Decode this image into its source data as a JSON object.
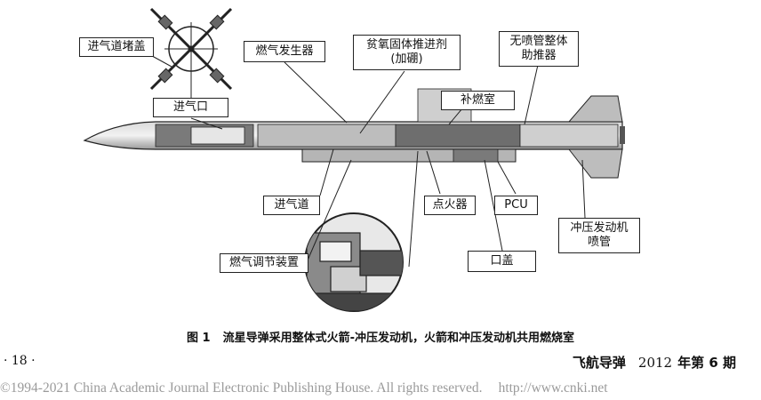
{
  "figure": {
    "labels": {
      "inlet_cover": "进气道堵盖",
      "inlet_port": "进气口",
      "gas_generator": "燃气发生器",
      "propellant_line1": "贫氧固体推进剂",
      "propellant_line2": "(加硼)",
      "booster_line1": "无喷管整体",
      "booster_line2": "助推器",
      "afterburner": "补燃室",
      "inlet_duct": "进气道",
      "igniter": "点火器",
      "pcu": "PCU",
      "nozzle_line1": "冲压发动机",
      "nozzle_line2": "喷管",
      "port_cover": "口盖",
      "gas_regulator": "燃气调节装置"
    },
    "caption_number": "图 1",
    "caption_text": "流星导弹采用整体式火箭-冲压发动机，火箭和冲压发动机共用燃烧室"
  },
  "page_number": "· 18 ·",
  "journal": {
    "name": "飞航导弹",
    "year": "2012",
    "issue": "年第 6 期"
  },
  "footer": {
    "copyright": "©1994-2021 China Academic Journal Electronic Publishing House. All rights reserved.",
    "url": "http://www.cnki.net"
  }
}
